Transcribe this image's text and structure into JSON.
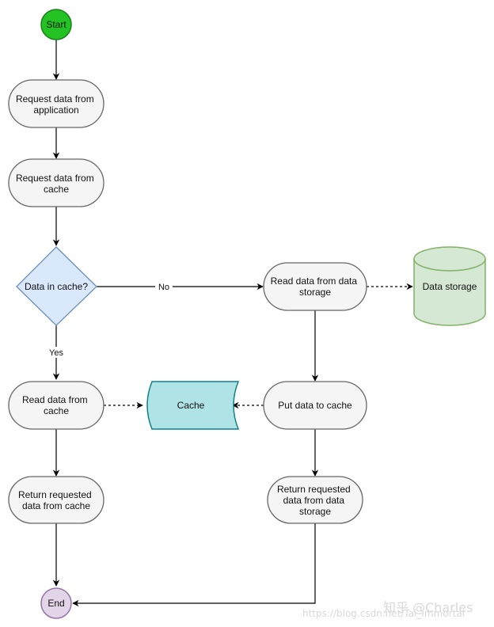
{
  "colors": {
    "start_fill": "#22c322",
    "start_stroke": "#1a7f1a",
    "process_fill": "#f5f5f5",
    "process_stroke": "#666666",
    "decision_fill": "#dae8fc",
    "decision_stroke": "#6c8ebf",
    "cache_fill": "#b0e3e6",
    "cache_stroke": "#0e8088",
    "storage_fill": "#d5e8d4",
    "storage_stroke": "#82b366",
    "end_fill": "#e1d5e7",
    "end_stroke": "#9673a6",
    "edge": "#000000"
  },
  "nodes": {
    "start": "Start",
    "request_app": [
      "Request data from",
      "application"
    ],
    "request_cache": [
      "Request data from",
      "cache"
    ],
    "decision": "Data in cache?",
    "read_storage": [
      "Read data from data",
      "storage"
    ],
    "data_storage": "Data storage",
    "read_cache": [
      "Read data from",
      "cache"
    ],
    "cache": "Cache",
    "put_cache": "Put data to cache",
    "return_cache": [
      "Return requested",
      "data from cache"
    ],
    "return_storage": [
      "Return requested",
      "data from data",
      "storage"
    ],
    "end": "End"
  },
  "edge_labels": {
    "no": "No",
    "yes": "Yes"
  },
  "watermark": {
    "zhihu": "知乎 @Charles",
    "url": "https://blog.csdn.net/Tai_Immortal"
  }
}
